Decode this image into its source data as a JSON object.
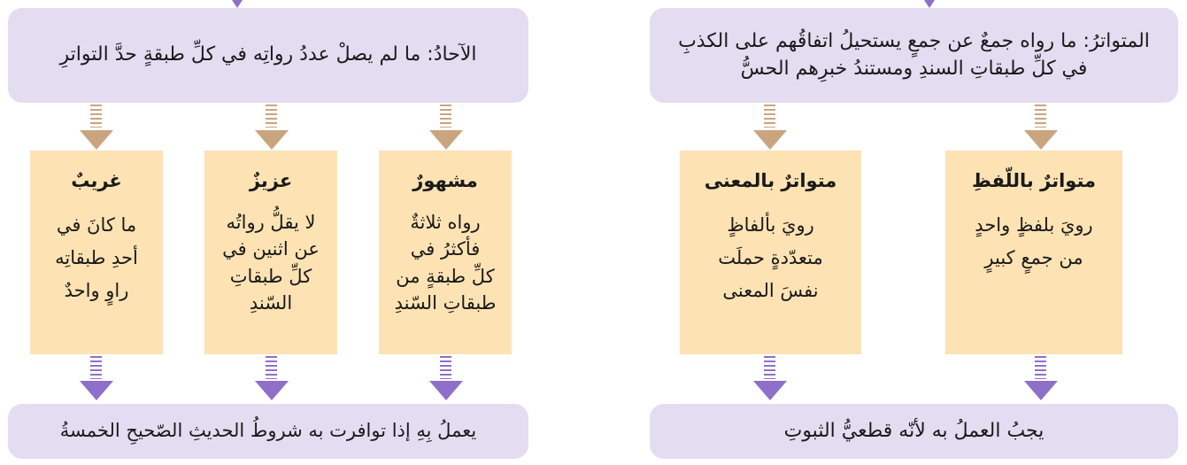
{
  "right_flow": {
    "top_box": "المتواترُ: ما رواه جمعٌ عن جمعٍ يستحيلُ اتفاقُهم على الكذبِ في كلِّ طبقاتِ السندِ ومستندُ خبرِهم الحسُّ",
    "branches": [
      {
        "title": "متواترٌ باللّفظِ",
        "body": [
          "رويَ بلفظٍ واحدٍ",
          "من جمعٍ كبيرٍ"
        ]
      },
      {
        "title": "متواترٌ بالمعنى",
        "body": [
          "رويَ بألفاظٍ",
          "متعدّدةٍ حملَت",
          "نفسَ المعنى"
        ]
      }
    ],
    "bottom_box": "يجبُ العملُ به لأنّه قطعيُّ الثبوتِ"
  },
  "left_flow": {
    "top_box": "الآحادُ: ما لم يصلْ عددُ رواتِه في كلِّ طبقةٍ حدَّ التواترِ",
    "branches": [
      {
        "title": "مشهورٌ",
        "body": [
          "رواه ثلاثةٌ",
          "فأكثرُ في",
          "كلِّ طبقةٍ من",
          "طبقاتِ السّندِ"
        ]
      },
      {
        "title": "عزيزٌ",
        "body": [
          "لا يقلُّ رواتُه",
          "عن اثنين في",
          "كلِّ طبقاتِ",
          "السّندِ"
        ]
      },
      {
        "title": "غريبٌ",
        "body": [
          "ما كانَ في",
          "أحدِ طبقاتِه",
          "راوٍ واحدٌ"
        ]
      }
    ],
    "bottom_box": "يعملُ بِهِ إذا توافرت به شروطُ الحديثِ الصّحيحِ الخمسةُ"
  },
  "colors": {
    "lavender": "#e4dcf0",
    "peach": "#fde2b3",
    "tan_arrow": "#c9a57f",
    "purple_arrow": "#8e6fc9"
  }
}
